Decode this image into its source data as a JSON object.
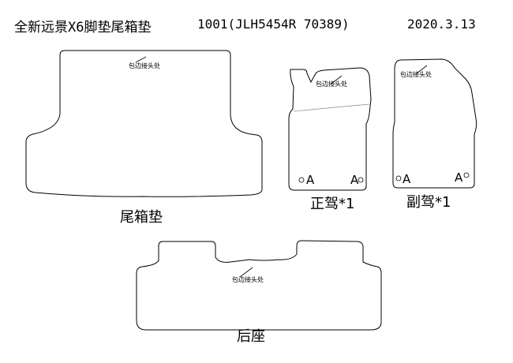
{
  "header": {
    "title": "全新远景X6脚垫尾箱垫",
    "code": "1001(JLH5454R 70389)",
    "date": "2020.3.13"
  },
  "pieces": {
    "trunk": {
      "label": "尾箱垫",
      "note": "包边接头处"
    },
    "driver": {
      "label": "正驾*1",
      "note": "包边接头处",
      "marker_left": "A",
      "marker_right": "A"
    },
    "passenger": {
      "label": "副驾*1",
      "note": "包边接头处",
      "marker_left": "A",
      "marker_right": "A"
    },
    "rear": {
      "label": "后座",
      "note": "包边接头处"
    }
  }
}
